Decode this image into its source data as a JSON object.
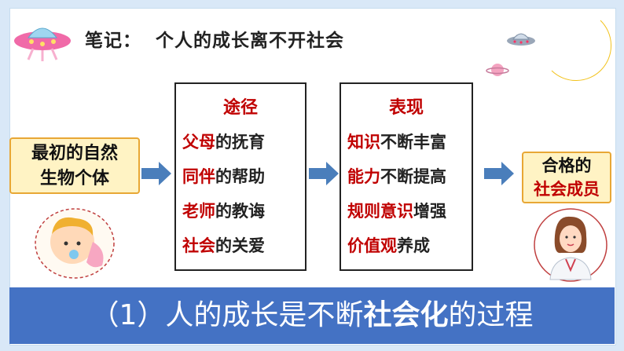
{
  "note": {
    "prefix": "笔记：",
    "title": "个人的成长离不开社会"
  },
  "start_box": {
    "line1": "最初的自然",
    "line2": "生物个体"
  },
  "path_box": {
    "heading": "途径",
    "items": [
      {
        "red": "父母",
        "rest": "的抚育"
      },
      {
        "red": "同伴",
        "rest": "的帮助"
      },
      {
        "red": "老师",
        "rest": "的教诲"
      },
      {
        "red": "社会",
        "rest": "的关爱"
      }
    ]
  },
  "show_box": {
    "heading": "表现",
    "items": [
      {
        "red": "知识",
        "rest": "不断丰富"
      },
      {
        "red": "能力",
        "rest": "不断提高"
      },
      {
        "red": "规则意识",
        "rest": "增强"
      },
      {
        "red": "价值观",
        "rest": "养成"
      }
    ]
  },
  "end_box": {
    "line1": "合格的",
    "line2": "社会成员"
  },
  "banner": {
    "before": "（1）人的成长是不断",
    "bold": "社会化",
    "after": "的过程"
  },
  "colors": {
    "accent_red": "#c00000",
    "banner_blue": "#4472c4",
    "arrow_blue": "#4a7ebb",
    "yellow_fill": "#fff3c4"
  }
}
